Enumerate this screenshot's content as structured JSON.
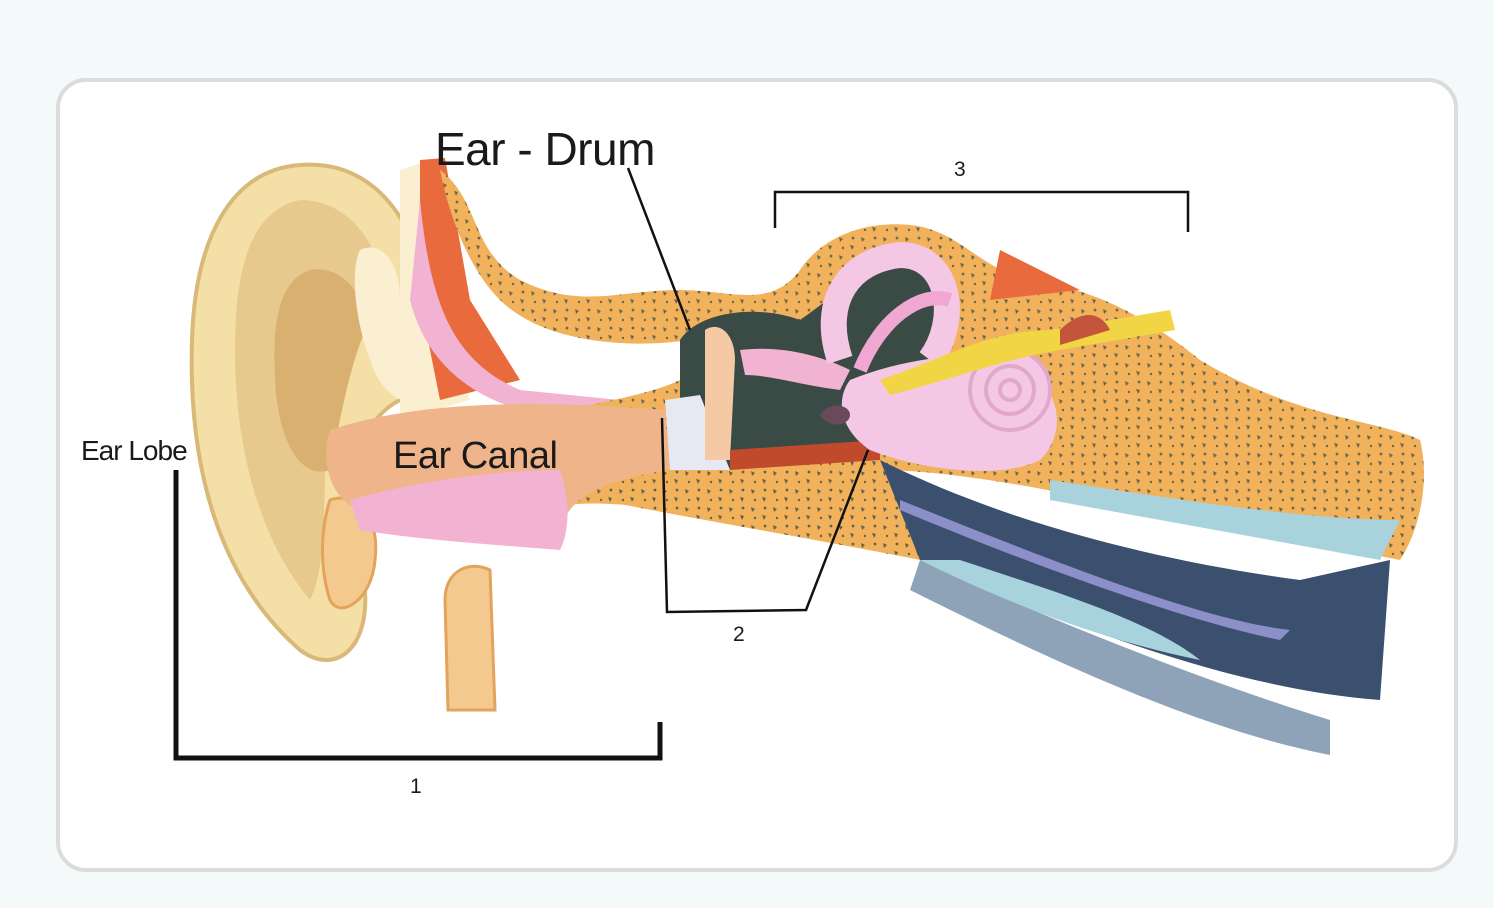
{
  "labels": {
    "ear_drum": "Ear - Drum",
    "ear_canal": "Ear Canal",
    "ear_lobe": "Ear Lobe",
    "region_1": "1",
    "region_2": "2",
    "region_3": "3"
  },
  "colors": {
    "skin": "#f4dfa6",
    "cartilage": "#e8c98d",
    "bone": "#f2b25c",
    "canal": "#f0b48a",
    "pink": "#f2b3d2",
    "red": "#e96a3c",
    "dark_cavity": "#3a4a45",
    "cochlea": "#f4c8e4",
    "nerve": "#f2d544",
    "tube_dark": "#3b4f6e",
    "tube_light": "#a8d3dc",
    "tube_grey": "#8ea3b8",
    "line": "#111111"
  }
}
